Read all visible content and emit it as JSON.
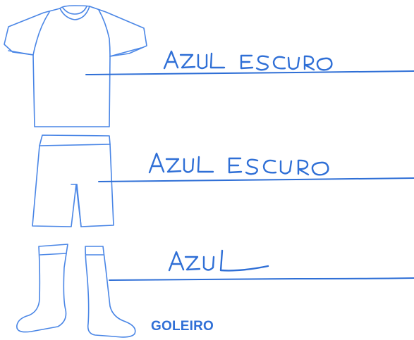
{
  "colors": {
    "ink": "#2f6fd6",
    "outline": "#4a86e6",
    "label": "#2f6fd6"
  },
  "items": [
    {
      "garment": "shirt-icon",
      "color_text": "AZUL ESCURO"
    },
    {
      "garment": "shorts-icon",
      "color_text": "AZUL ESCURO"
    },
    {
      "garment": "socks-icon",
      "color_text": "AZUL"
    }
  ],
  "section_label": "GOLEIRO"
}
